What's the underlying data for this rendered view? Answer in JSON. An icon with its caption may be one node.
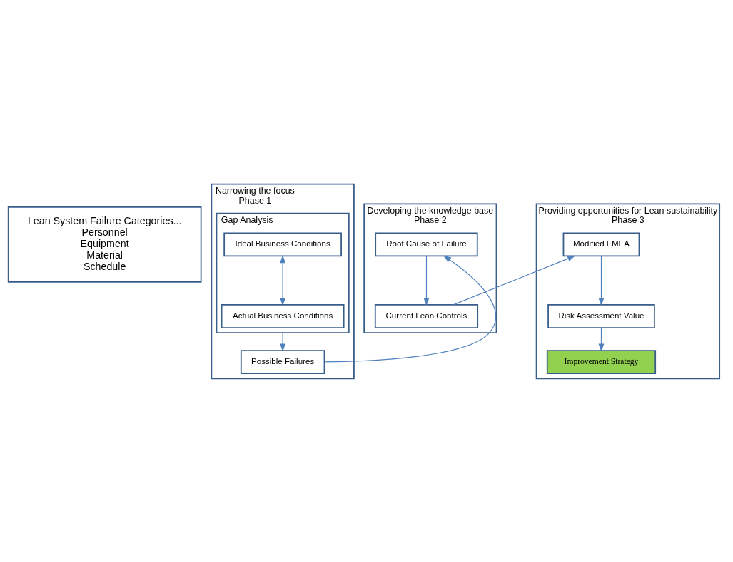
{
  "diagram": {
    "nodes": [
      {
        "text": [
          "Lean System Failure Categories...",
          "Personnel",
          "Equipment",
          "Material",
          "Schedule"
        ]
      },
      {
        "text": [
          "Narrowing the focus",
          "Phase 1"
        ]
      },
      {
        "text": [
          "Gap Analysis"
        ],
        "in": 1
      },
      {
        "text": [
          "Ideal Business Conditions"
        ],
        "in": 2
      },
      {
        "text": [
          "Actual Business Conditions"
        ],
        "in": 2
      },
      {
        "text": [
          "Possible Failures"
        ],
        "in": 1
      },
      {
        "text": [
          "Developing the knowledge base",
          "Phase 2"
        ]
      },
      {
        "text": [
          "Root Cause of Failure"
        ],
        "in": 6
      },
      {
        "text": [
          "Current Lean Controls"
        ],
        "in": 6
      },
      {
        "text": [
          "Providing opportunities for Lean sustainability",
          "Phase 3"
        ]
      },
      {
        "text": [
          "Modified FMEA"
        ],
        "in": 9
      },
      {
        "text": [
          "Risk Assessment Value"
        ],
        "in": 9
      },
      {
        "text": [
          "Improvement Strategy"
        ],
        "in": 9
      }
    ],
    "edges": [
      {
        "from": 3,
        "to": 4,
        "arrow": "both"
      },
      {
        "from": 2,
        "to": 5,
        "arrow": "to"
      },
      {
        "from": 5,
        "to": 7,
        "arrow": "to"
      },
      {
        "from": 7,
        "to": 8,
        "arrow": "to"
      },
      {
        "from": 8,
        "to": 10,
        "arrow": "to"
      },
      {
        "from": 10,
        "to": 11,
        "arrow": "to"
      },
      {
        "from": 11,
        "to": 12,
        "arrow": "to"
      }
    ]
  }
}
